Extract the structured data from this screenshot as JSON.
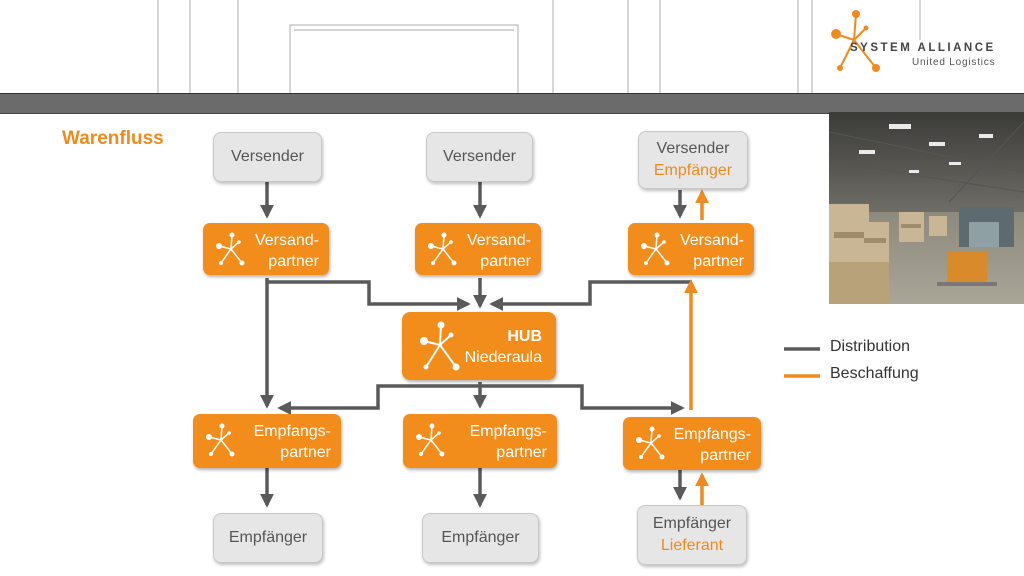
{
  "title": "Warenfluss",
  "logo": {
    "line1": "SYSTEM ALLIANCE",
    "line2": "United Logistics"
  },
  "top_row": [
    {
      "line1": "Versender",
      "line2": ""
    },
    {
      "line1": "Versender",
      "line2": ""
    },
    {
      "line1": "Versender",
      "line2": "Empfänger"
    }
  ],
  "versand_partner": [
    {
      "line1": "Versand-",
      "line2": "partner"
    },
    {
      "line1": "Versand-",
      "line2": "partner"
    },
    {
      "line1": "Versand-",
      "line2": "partner"
    }
  ],
  "hub": {
    "line1": "HUB",
    "line2": "Niederaula"
  },
  "empfangs_partner": [
    {
      "line1": "Empfangs-",
      "line2": "partner"
    },
    {
      "line1": "Empfangs-",
      "line2": "partner"
    },
    {
      "line1": "Empfangs-",
      "line2": "partner"
    }
  ],
  "bottom_row": [
    {
      "line1": "Empfänger",
      "line2": ""
    },
    {
      "line1": "Empfänger",
      "line2": ""
    },
    {
      "line1": "Empfänger",
      "line2": "Lieferant"
    }
  ],
  "legend": [
    {
      "label": "Distribution",
      "color": "#5a5a5a"
    },
    {
      "label": "Beschaffung",
      "color": "#f08a1c"
    }
  ],
  "colors": {
    "accent": "#f08a1c",
    "partner_fill": "#f28c1a",
    "arrow_gray": "#5a5a5a"
  }
}
